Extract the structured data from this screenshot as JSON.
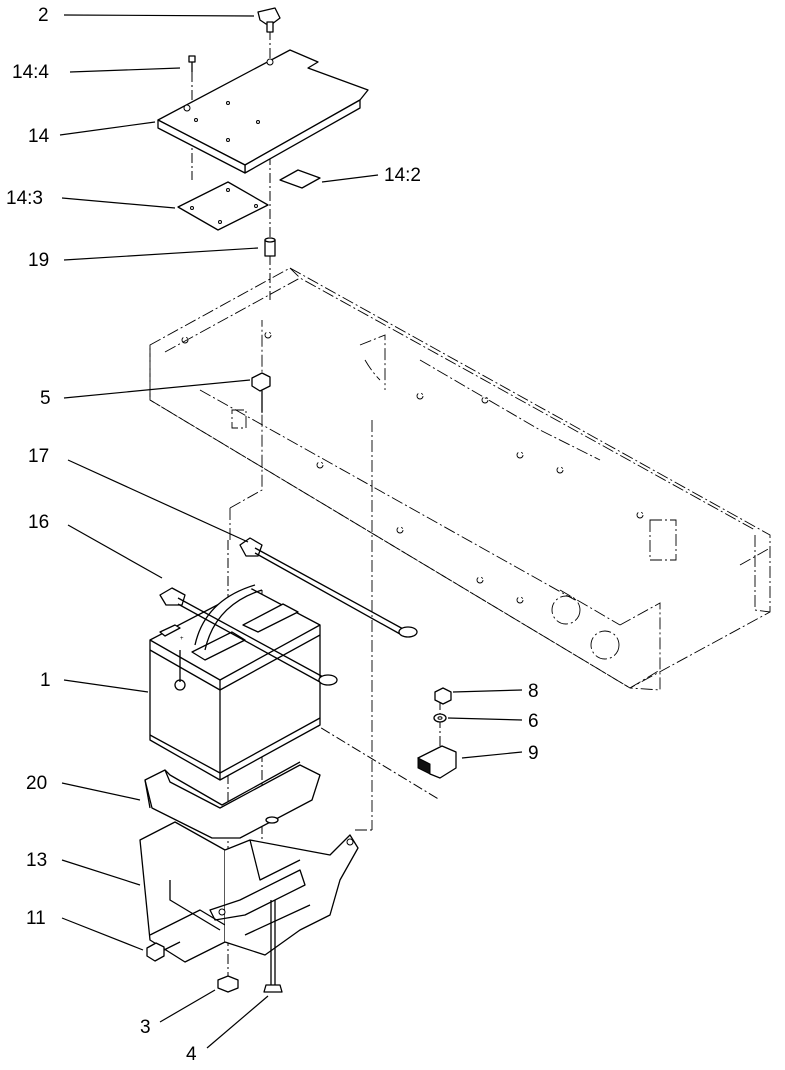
{
  "callouts": [
    {
      "id": "2",
      "label": "2"
    },
    {
      "id": "14_4",
      "label": "14:4"
    },
    {
      "id": "14",
      "label": "14"
    },
    {
      "id": "14_3",
      "label": "14:3"
    },
    {
      "id": "14_2",
      "label": "14:2"
    },
    {
      "id": "19",
      "label": "19"
    },
    {
      "id": "5",
      "label": "5"
    },
    {
      "id": "17",
      "label": "17"
    },
    {
      "id": "16",
      "label": "16"
    },
    {
      "id": "1",
      "label": "1"
    },
    {
      "id": "8",
      "label": "8"
    },
    {
      "id": "6",
      "label": "6"
    },
    {
      "id": "9",
      "label": "9"
    },
    {
      "id": "20",
      "label": "20"
    },
    {
      "id": "13",
      "label": "13"
    },
    {
      "id": "11",
      "label": "11"
    },
    {
      "id": "3",
      "label": "3"
    },
    {
      "id": "4",
      "label": "4"
    }
  ]
}
